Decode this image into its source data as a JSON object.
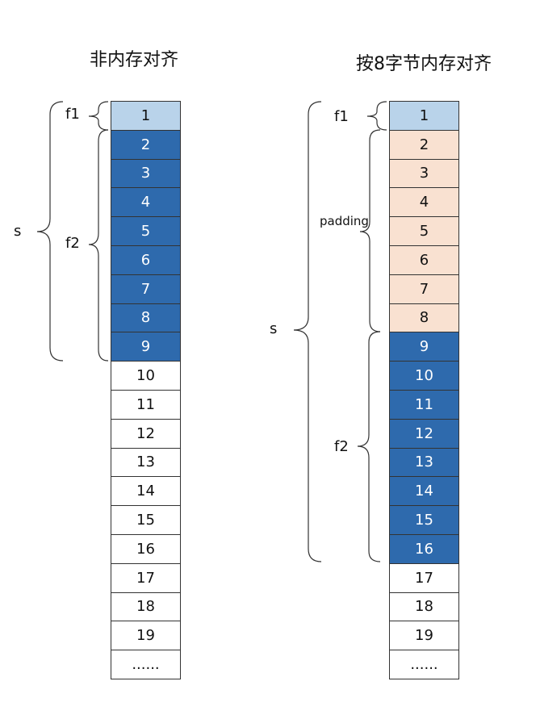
{
  "left": {
    "title": "非内存对齐",
    "cells": [
      {
        "label": "1",
        "kind": "light"
      },
      {
        "label": "2",
        "kind": "dark"
      },
      {
        "label": "3",
        "kind": "dark"
      },
      {
        "label": "4",
        "kind": "dark"
      },
      {
        "label": "5",
        "kind": "dark"
      },
      {
        "label": "6",
        "kind": "dark"
      },
      {
        "label": "7",
        "kind": "dark"
      },
      {
        "label": "8",
        "kind": "dark"
      },
      {
        "label": "9",
        "kind": "dark"
      },
      {
        "label": "10",
        "kind": "empty"
      },
      {
        "label": "11",
        "kind": "empty"
      },
      {
        "label": "12",
        "kind": "empty"
      },
      {
        "label": "13",
        "kind": "empty"
      },
      {
        "label": "14",
        "kind": "empty"
      },
      {
        "label": "15",
        "kind": "empty"
      },
      {
        "label": "16",
        "kind": "empty"
      },
      {
        "label": "17",
        "kind": "empty"
      },
      {
        "label": "18",
        "kind": "empty"
      },
      {
        "label": "19",
        "kind": "empty"
      },
      {
        "label": "......",
        "kind": "empty"
      }
    ],
    "labels": {
      "f1": "f1",
      "f2": "f2",
      "s": "s"
    }
  },
  "right": {
    "title": "按8字节内存对齐",
    "cells": [
      {
        "label": "1",
        "kind": "light"
      },
      {
        "label": "2",
        "kind": "pad"
      },
      {
        "label": "3",
        "kind": "pad"
      },
      {
        "label": "4",
        "kind": "pad"
      },
      {
        "label": "5",
        "kind": "pad"
      },
      {
        "label": "6",
        "kind": "pad"
      },
      {
        "label": "7",
        "kind": "pad"
      },
      {
        "label": "8",
        "kind": "pad"
      },
      {
        "label": "9",
        "kind": "dark"
      },
      {
        "label": "10",
        "kind": "dark"
      },
      {
        "label": "11",
        "kind": "dark"
      },
      {
        "label": "12",
        "kind": "dark"
      },
      {
        "label": "13",
        "kind": "dark"
      },
      {
        "label": "14",
        "kind": "dark"
      },
      {
        "label": "15",
        "kind": "dark"
      },
      {
        "label": "16",
        "kind": "dark"
      },
      {
        "label": "17",
        "kind": "empty"
      },
      {
        "label": "18",
        "kind": "empty"
      },
      {
        "label": "19",
        "kind": "empty"
      },
      {
        "label": "......",
        "kind": "empty"
      }
    ],
    "labels": {
      "f1": "f1",
      "padding": "padding",
      "f2": "f2",
      "s": "s"
    }
  },
  "colors": {
    "light": "#b9d3ea",
    "dark": "#2e6aad",
    "pad": "#f9e1d1",
    "empty": "#ffffff"
  }
}
